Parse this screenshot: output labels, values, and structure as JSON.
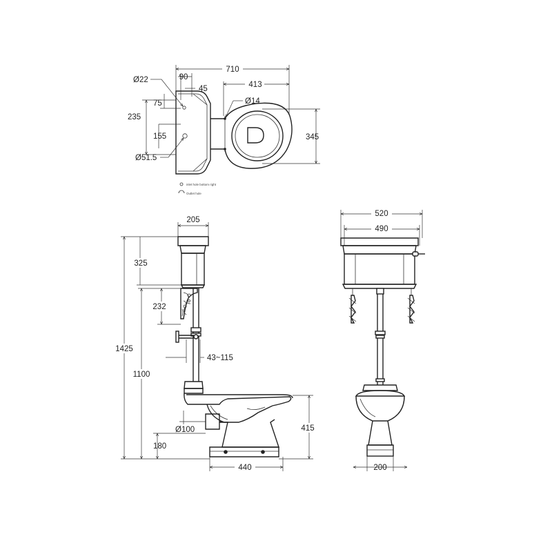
{
  "plan_view": {
    "dims": {
      "d710": "710",
      "d90": "90",
      "d45": "45",
      "d413": "413",
      "d22": "Ø22",
      "d75": "75",
      "d235": "235",
      "d14": "Ø14",
      "d155": "155",
      "d345": "345",
      "d515": "Ø51.5"
    },
    "legend": [
      "inlet hole bottom right",
      "Outlet hole"
    ]
  },
  "side_view": {
    "dims": {
      "d205": "205",
      "d325": "325",
      "d232": "232",
      "d1425": "1425",
      "d1100": "1100",
      "d43115": "43~115",
      "d100": "Ø100",
      "d180": "180",
      "d415": "415",
      "d440": "440"
    }
  },
  "front_view": {
    "dims": {
      "d520": "520",
      "d490": "490",
      "d200": "200"
    }
  }
}
